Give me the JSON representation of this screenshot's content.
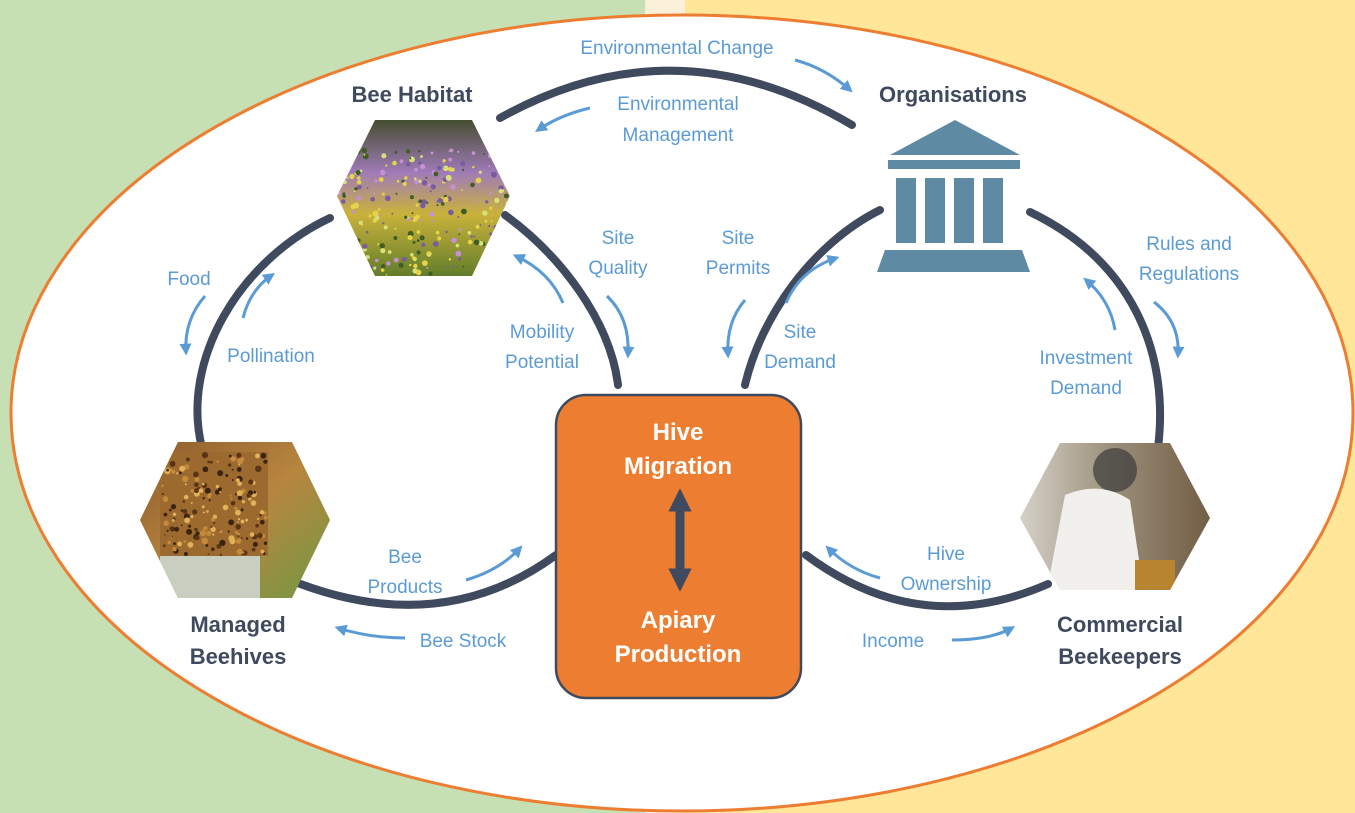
{
  "colors": {
    "left_bg": "#c6e0b4",
    "right_bg": "#ffe699",
    "ellipse_border": "#ed7d31",
    "center_box": "#ed7d31",
    "ring": "#404a5e",
    "flow_text": "#5b9bd5",
    "organisation_icon": "#5f8aa3"
  },
  "nodes": {
    "bee_habitat": "Bee Habitat",
    "organisations": "Organisations",
    "managed_beehives": [
      "Managed",
      "Beehives"
    ],
    "commercial_beekeepers": [
      "Commercial",
      "Beekeepers"
    ]
  },
  "center": {
    "top": [
      "Hive",
      "Migration"
    ],
    "bottom": [
      "Apiary",
      "Production"
    ]
  },
  "flows": {
    "environmental_change": "Environmental Change",
    "environmental_management": [
      "Environmental",
      "Management"
    ],
    "food": "Food",
    "pollination": "Pollination",
    "site_quality": [
      "Site",
      "Quality"
    ],
    "mobility_potential": [
      "Mobility",
      "Potential"
    ],
    "site_permits": [
      "Site",
      "Permits"
    ],
    "site_demand": [
      "Site",
      "Demand"
    ],
    "rules_and_regulations": [
      "Rules and",
      "Regulations"
    ],
    "investment_demand": [
      "Investment",
      "Demand"
    ],
    "bee_products": [
      "Bee",
      "Products"
    ],
    "bee_stock": "Bee Stock",
    "hive_ownership": [
      "Hive",
      "Ownership"
    ],
    "income": "Income"
  },
  "icons": {
    "habitat_photo": "wildflower-meadow-photo",
    "beehive_photo": "honeycomb-frame-photo",
    "beekeeper_photo": "beekeeper-at-hive-photo",
    "organisation_icon": "government-building-icon"
  }
}
